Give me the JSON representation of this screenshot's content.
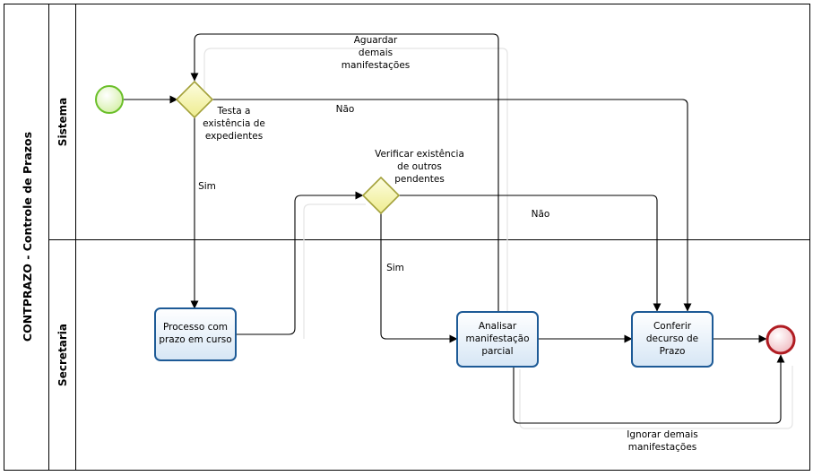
{
  "pool": {
    "label": "CONTPRAZO - Controle de Prazos"
  },
  "lanes": [
    {
      "id": "sistema",
      "label": "Sistema"
    },
    {
      "id": "secretaria",
      "label": "Secretaria"
    }
  ],
  "tasks": {
    "processo": [
      "Processo com",
      "prazo em curso"
    ],
    "analisar": [
      "Analisar",
      "manifestação",
      "parcial"
    ],
    "conferir": [
      "Conferir",
      "decurso de",
      "Prazo"
    ]
  },
  "gateways": {
    "testa": [
      "Testa a",
      "existência de",
      "expedientes"
    ],
    "verificar": [
      "Verificar existência",
      "de outros",
      "pendentes"
    ]
  },
  "flow_labels": {
    "aguardar": [
      "Aguardar",
      "demais",
      "manifestações"
    ],
    "nao_top": "Não",
    "sim_left": "Sim",
    "nao_mid": "Não",
    "sim_mid": "Sim",
    "ignorar": [
      "Ignorar demais",
      "manifestações"
    ]
  },
  "colors": {
    "start_fill": "#e6f5c8",
    "start_stroke": "#6bbf2a",
    "end_fill": "#f3cfd3",
    "end_stroke": "#b01c22",
    "gateway_fill": "#f4f3b0",
    "gateway_stroke": "#a3a13a",
    "task_fill": "#e8f1fa",
    "task_stroke": "#1d5a96"
  }
}
